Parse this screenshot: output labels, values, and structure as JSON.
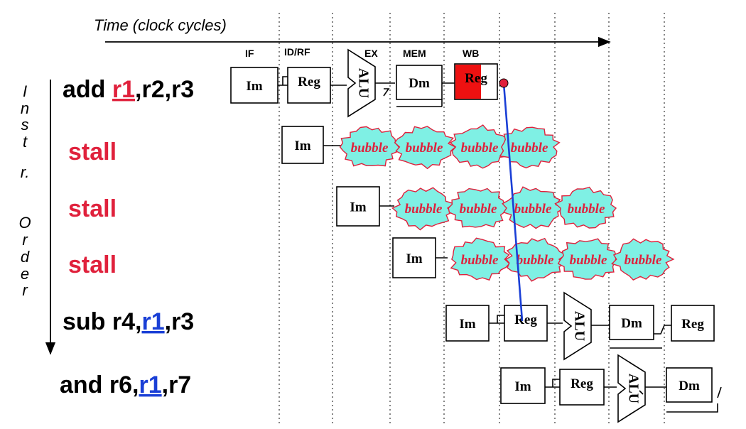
{
  "axis_title": "Time (clock cycles)",
  "y_axis_label": [
    "I",
    "n",
    "s",
    "t",
    "r.",
    "O",
    "r",
    "d",
    "e",
    "r"
  ],
  "stages": [
    "IF",
    "ID/RF",
    "EX",
    "MEM",
    "WB"
  ],
  "instructions": [
    {
      "parts": [
        {
          "t": "add ",
          "c": "#000000",
          "u": false
        },
        {
          "t": "r1",
          "c": "#e0213c",
          "u": true
        },
        {
          "t": ",r2,r3",
          "c": "#000000",
          "u": false
        }
      ]
    },
    {
      "parts": [
        {
          "t": "stall",
          "c": "#e0213c",
          "u": false
        }
      ]
    },
    {
      "parts": [
        {
          "t": "stall",
          "c": "#e0213c",
          "u": false
        }
      ]
    },
    {
      "parts": [
        {
          "t": "stall",
          "c": "#e0213c",
          "u": false
        }
      ]
    },
    {
      "parts": [
        {
          "t": "sub r4,",
          "c": "#000000",
          "u": false
        },
        {
          "t": "r1",
          "c": "#1a3fd6",
          "u": true
        },
        {
          "t": ",r3",
          "c": "#000000",
          "u": false
        }
      ]
    },
    {
      "parts": [
        {
          "t": "and r6,",
          "c": "#000000",
          "u": false
        },
        {
          "t": "r1",
          "c": "#1a3fd6",
          "u": true
        },
        {
          "t": ",r7",
          "c": "#000000",
          "u": false
        }
      ]
    }
  ],
  "unit_labels": {
    "im": "Im",
    "reg": "Reg",
    "alu": "ALU",
    "dm": "Dm"
  },
  "bubble_label": "bubble",
  "colors": {
    "stall_text": "#e0213c",
    "dependency_red": "#e0213c",
    "dependency_blue": "#1a3fd6",
    "bubble_fill": "#7ff0e4",
    "bubble_outline": "#e0213c",
    "reg_write_highlight": "#ee1111"
  }
}
